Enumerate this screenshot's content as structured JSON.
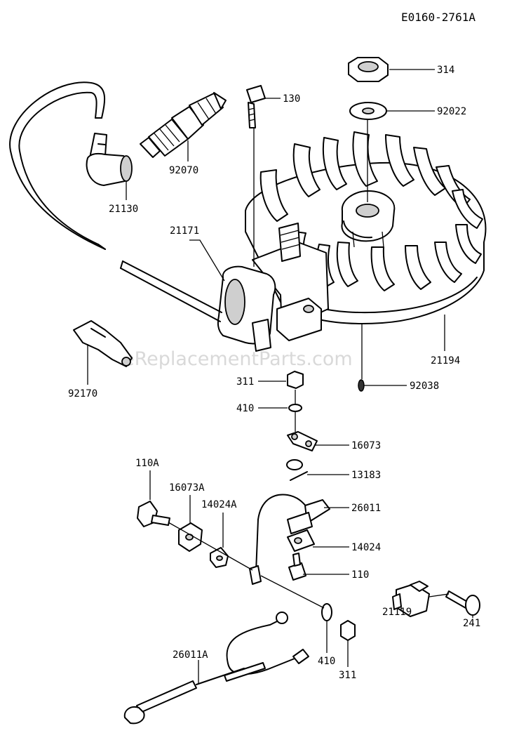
{
  "diagram_code": "E0160-2761A",
  "watermark": "eReplacementParts.com",
  "callouts": {
    "p314": "314",
    "p92022": "92022",
    "p130": "130",
    "p92070": "92070",
    "p21130": "21130",
    "p21171": "21171",
    "p21194": "21194",
    "p92170": "92170",
    "p92038": "92038",
    "p311a": "311",
    "p410a": "410",
    "p16073": "16073",
    "p13183": "13183",
    "p110a": "110A",
    "p16073a": "16073A",
    "p14024a": "14024A",
    "p26011": "26011",
    "p14024": "14024",
    "p110": "110",
    "p21119": "21119",
    "p241": "241",
    "p410b": "410",
    "p311b": "311",
    "p26011a": "26011A"
  }
}
